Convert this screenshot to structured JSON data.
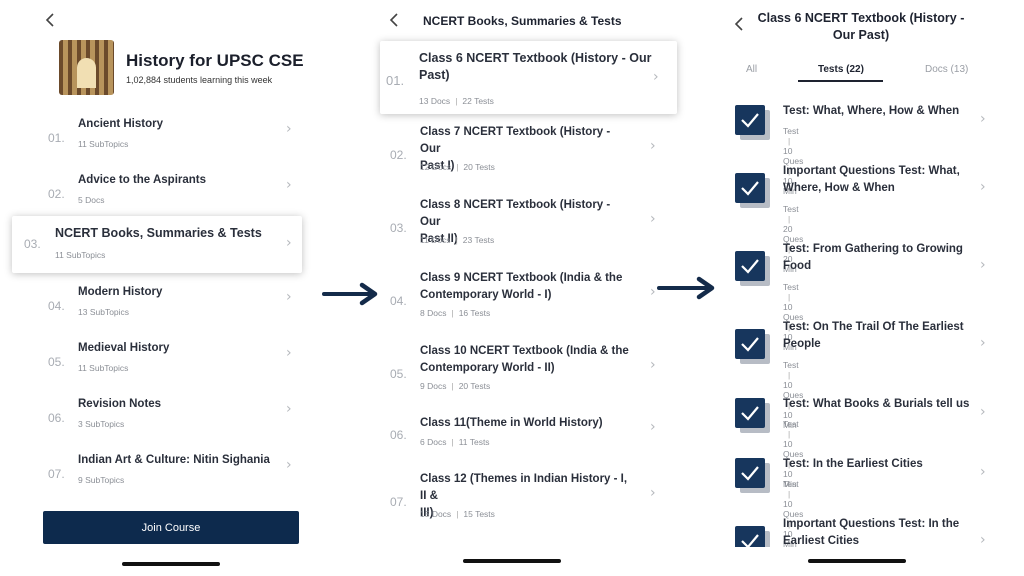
{
  "screen1": {
    "course_title": "History for UPSC CSE",
    "course_subtitle": "1,02,884 students learning this week",
    "topics": [
      {
        "num": "01.",
        "title": "Ancient History",
        "meta": "11 SubTopics"
      },
      {
        "num": "02.",
        "title": "Advice to the Aspirants",
        "meta": "5 Docs"
      },
      {
        "num": "03.",
        "title": "NCERT Books, Summaries & Tests",
        "meta": "11 SubTopics"
      },
      {
        "num": "04.",
        "title": "Modern History",
        "meta": "13 SubTopics"
      },
      {
        "num": "05.",
        "title": "Medieval History",
        "meta": "11 SubTopics"
      },
      {
        "num": "06.",
        "title": "Revision Notes",
        "meta": "3 SubTopics"
      },
      {
        "num": "07.",
        "title": "Indian Art & Culture: Nitin Sighania",
        "meta": "9 SubTopics"
      }
    ],
    "join_label": "Join Course"
  },
  "screen2": {
    "header": "NCERT Books, Summaries & Tests",
    "items": [
      {
        "num": "01.",
        "title_lines": [
          "Class 6 NCERT Textbook (History - Our",
          "Past)"
        ],
        "docs": "13 Docs",
        "tests": "22 Tests"
      },
      {
        "num": "02.",
        "title_lines": [
          "Class 7 NCERT Textbook (History - Our",
          "Past I)"
        ],
        "docs": "12 Docs",
        "tests": "20 Tests"
      },
      {
        "num": "03.",
        "title_lines": [
          "Class 8 NCERT Textbook (History - Our",
          "Past II)"
        ],
        "docs": "11 Docs",
        "tests": "23 Tests"
      },
      {
        "num": "04.",
        "title_lines": [
          "Class 9 NCERT Textbook (India & the",
          "Contemporary World - I)"
        ],
        "docs": "8 Docs",
        "tests": "16 Tests"
      },
      {
        "num": "05.",
        "title_lines": [
          "Class 10 NCERT Textbook (India & the",
          "Contemporary World - II)"
        ],
        "docs": "9 Docs",
        "tests": "20 Tests"
      },
      {
        "num": "06.",
        "title_lines": [
          "Class 11(Theme in World History)",
          ""
        ],
        "docs": "6 Docs",
        "tests": "11 Tests"
      },
      {
        "num": "07.",
        "title_lines": [
          "Class 12 (Themes in Indian History - I, II &",
          "III)"
        ],
        "docs": "15 Docs",
        "tests": "15 Tests"
      }
    ]
  },
  "screen3": {
    "title_lines": [
      "Class 6 NCERT Textbook (History -",
      "Our Past)"
    ],
    "tabs": {
      "all": "All",
      "tests": "Tests (22)",
      "docs": "Docs (13)"
    },
    "tests": [
      {
        "title_lines": [
          "Test: What, Where, How & When",
          ""
        ],
        "type": "Test",
        "ques": "10 Ques",
        "min": "10 Min"
      },
      {
        "title_lines": [
          "Important Questions Test: What,",
          "Where, How & When"
        ],
        "type": "Test",
        "ques": "20 Ques",
        "min": "20 Min"
      },
      {
        "title_lines": [
          "Test: From Gathering to Growing",
          "Food"
        ],
        "type": "Test",
        "ques": "10 Ques",
        "min": "10 Min"
      },
      {
        "title_lines": [
          "Test: On The Trail Of The Earliest",
          "People"
        ],
        "type": "Test",
        "ques": "10 Ques",
        "min": "10 Min"
      },
      {
        "title_lines": [
          "Test: What Books & Burials tell us",
          ""
        ],
        "type": "Test",
        "ques": "10 Ques",
        "min": "10 Min"
      },
      {
        "title_lines": [
          "Test: In the Earliest Cities",
          ""
        ],
        "type": "Test",
        "ques": "10 Ques",
        "min": "10 Min"
      },
      {
        "title_lines": [
          "Important Questions Test: In the",
          "Earliest Cities"
        ],
        "type": "",
        "ques": "",
        "min": ""
      }
    ]
  },
  "colors": {
    "primary": "#0d2a4d",
    "checkbox": "#17365d",
    "arrow": "#142b4a"
  },
  "icons": {
    "back": "chevron-left-icon",
    "row": "chevron-right-icon",
    "flow": "arrow-right-icon",
    "check": "check-icon"
  }
}
